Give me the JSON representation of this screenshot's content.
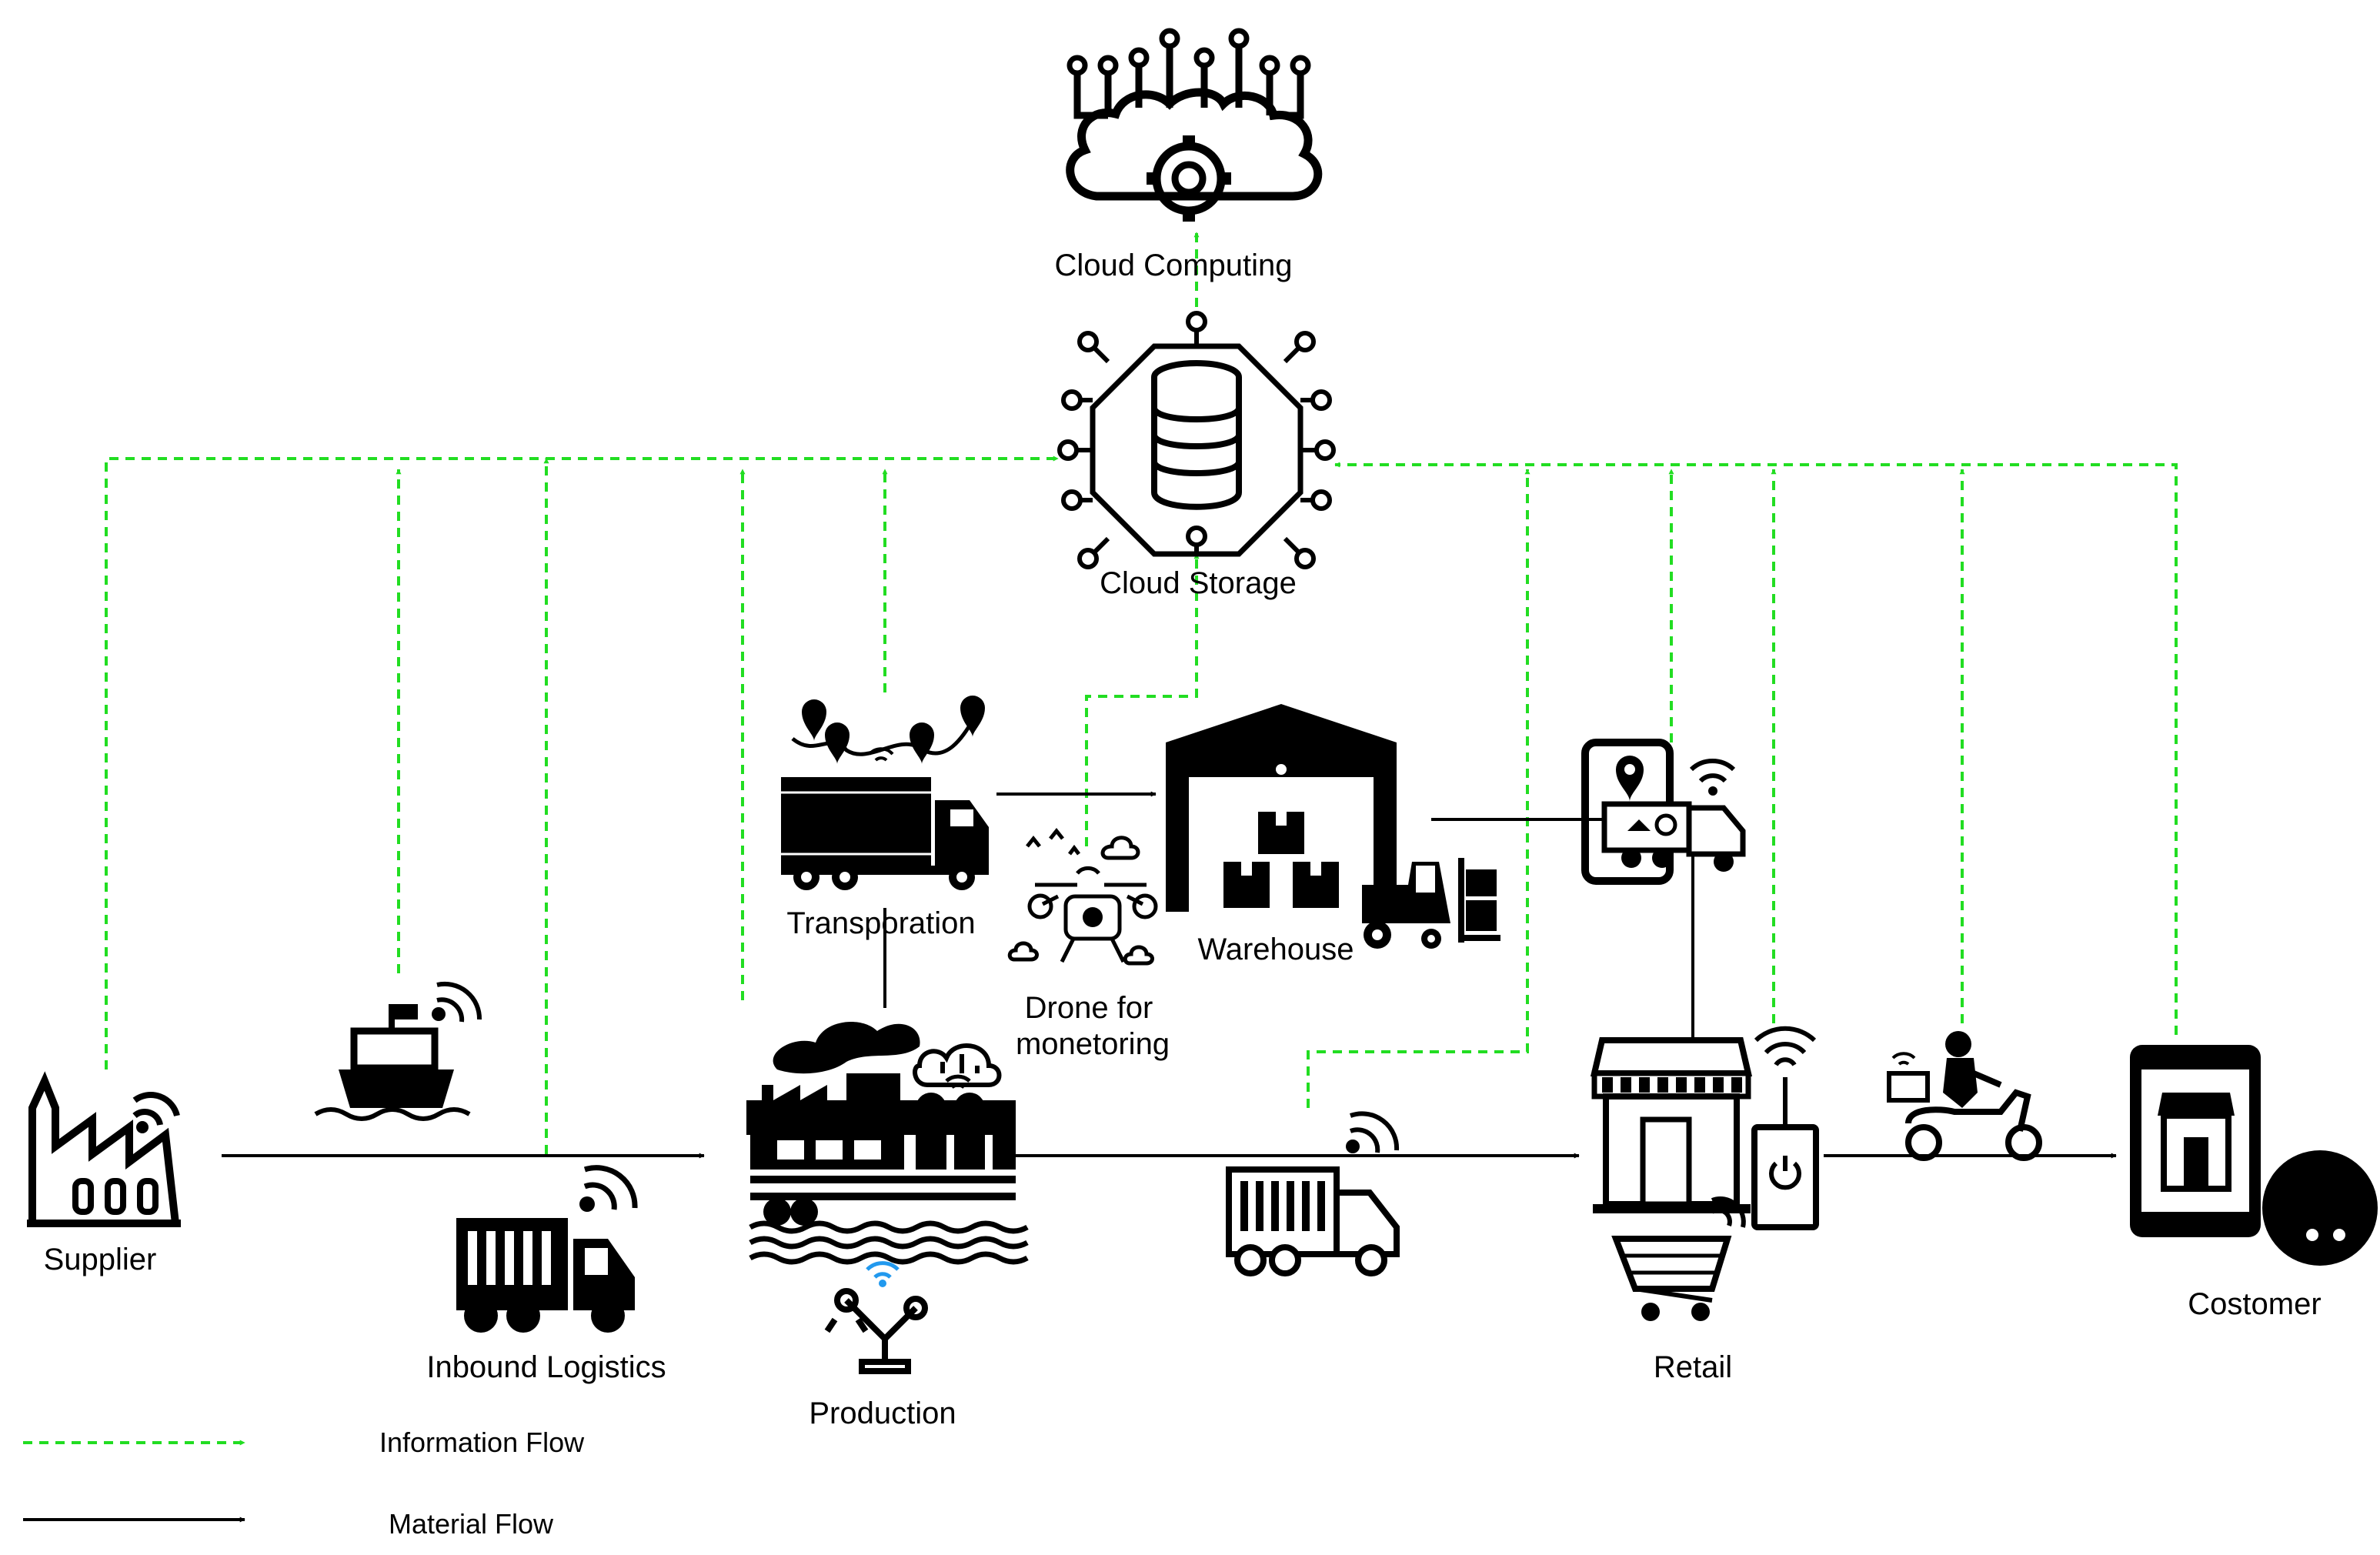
{
  "nodes": {
    "cloud_computing": "Cloud Computing",
    "cloud_storage": "Cloud Storage",
    "transportation": "Transporation",
    "warehouse": "Warehouse",
    "drone": [
      "Drone for",
      "monetoring"
    ],
    "supplier": "Supplier",
    "inbound_logistics": "Inbound Logistics",
    "production": "Production",
    "retail": "Retail",
    "customer": "Costomer"
  },
  "legend": {
    "information_flow": "Information Flow",
    "material_flow": "Material Flow"
  },
  "colors": {
    "information_flow": "#22dd22",
    "material_flow": "#000000"
  }
}
